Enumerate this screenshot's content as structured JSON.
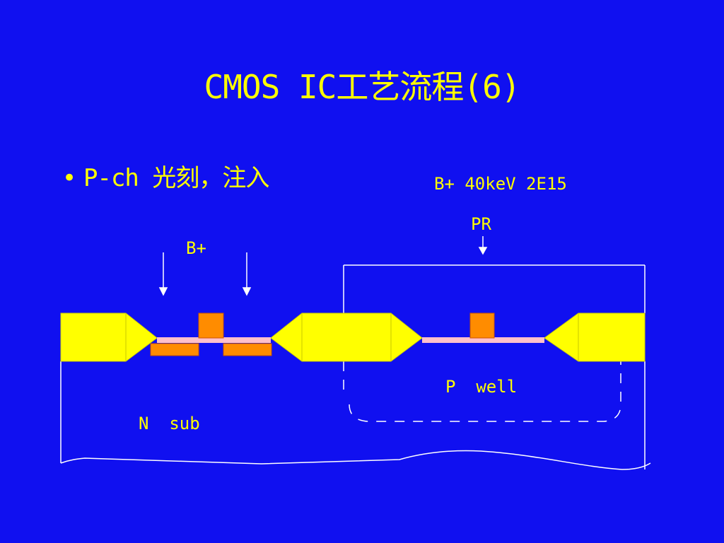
{
  "slide": {
    "title": "CMOS IC工艺流程(6)",
    "bullet": {
      "symbol": "•",
      "text": "P-ch 光刻，注入"
    },
    "process_params": "B+ 40keV 2E15"
  },
  "diagram": {
    "labels": {
      "implant_species": "B+",
      "photoresist": "PR",
      "well": "P  well",
      "substrate": "N  sub"
    }
  },
  "colors": {
    "background": "#1010f0",
    "text_yellow": "#ffff00",
    "field_oxide": "#ffff00",
    "gate_and_implant": "#ff8c00",
    "gate_oxide": "#ffc0cb",
    "outline": "#ffffff"
  }
}
